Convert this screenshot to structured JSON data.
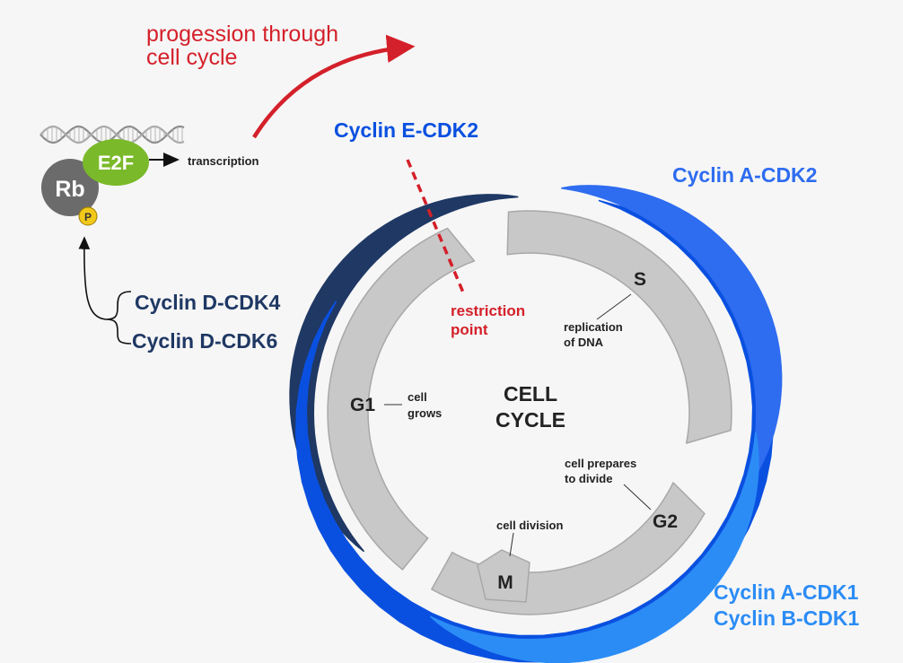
{
  "colors": {
    "background": "#f6f6f6",
    "phase_segment": "#c8c8c8",
    "phase_outline": "#a8a8a8",
    "cyclin_d": "#1f3864",
    "cyclin_e": "#0a50e0",
    "cyclin_a_cdk2": "#2e6cf0",
    "cyclin_ab_cdk1": "#2b8cf5",
    "progression_arrow": "#d4202a",
    "restriction_point": "#d4202a",
    "e2f": "#7ab929",
    "rb": "#6b6b6b",
    "phosphate": "#f2c81a"
  },
  "progression": {
    "line1": "progession through",
    "line2": "cell cycle"
  },
  "complex": {
    "rb_label": "Rb",
    "e2f_label": "E2F",
    "phosphate_label": "P",
    "transcription_label": "transcription"
  },
  "cyclins": {
    "d_cdk4": "Cyclin D-CDK4",
    "d_cdk6": "Cyclin D-CDK6",
    "e_cdk2": "Cyclin E-CDK2",
    "a_cdk2": "Cyclin A-CDK2",
    "a_cdk1": "Cyclin A-CDK1",
    "b_cdk1": "Cyclin B-CDK1"
  },
  "restriction_point": {
    "line1": "restriction",
    "line2": "point"
  },
  "center": {
    "line1": "CELL",
    "line2": "CYCLE"
  },
  "phases": {
    "g1": {
      "label": "G1",
      "desc1": "cell",
      "desc2": "grows"
    },
    "s": {
      "label": "S",
      "desc1": "replication",
      "desc2": "of DNA"
    },
    "g2": {
      "label": "G2",
      "desc1": "cell prepares",
      "desc2": "to divide"
    },
    "m": {
      "label": "M",
      "desc1": "cell division"
    }
  }
}
